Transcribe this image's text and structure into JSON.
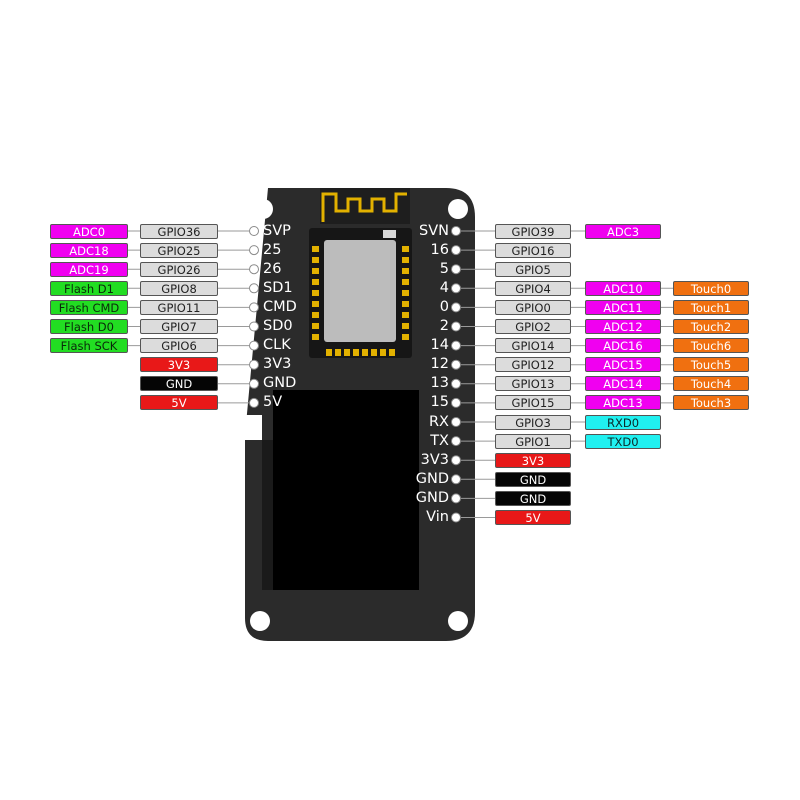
{
  "colors": {
    "adc": "#f000f0",
    "gpio": "#dcdcdc",
    "flash": "#22dd22",
    "power": "#e81818",
    "gnd": "#050505",
    "touch": "#f07010",
    "uart": "#20f0f0",
    "board": "#2b2b2b"
  },
  "left_pins": [
    {
      "pin": "SVP",
      "gpio": "GPIO36",
      "func": "ADC0",
      "func_type": "adc"
    },
    {
      "pin": "25",
      "gpio": "GPIO25",
      "func": "ADC18",
      "func_type": "adc"
    },
    {
      "pin": "26",
      "gpio": "GPIO26",
      "func": "ADC19",
      "func_type": "adc"
    },
    {
      "pin": "SD1",
      "gpio": "GPIO8",
      "func": "Flash D1",
      "func_type": "flash"
    },
    {
      "pin": "CMD",
      "gpio": "GPIO11",
      "func": "Flash CMD",
      "func_type": "flash"
    },
    {
      "pin": "SD0",
      "gpio": "GPIO7",
      "func": "Flash D0",
      "func_type": "flash"
    },
    {
      "pin": "CLK",
      "gpio": "GPIO6",
      "func": "Flash SCK",
      "func_type": "flash"
    },
    {
      "pin": "3V3",
      "power": "3V3",
      "power_type": "power"
    },
    {
      "pin": "GND",
      "power": "GND",
      "power_type": "gnd"
    },
    {
      "pin": "5V",
      "power": "5V",
      "power_type": "power"
    }
  ],
  "right_pins": [
    {
      "pin": "SVN",
      "gpio": "GPIO39",
      "func": "ADC3",
      "func_type": "adc"
    },
    {
      "pin": "16",
      "gpio": "GPIO16"
    },
    {
      "pin": "5",
      "gpio": "GPIO5"
    },
    {
      "pin": "4",
      "gpio": "GPIO4",
      "func": "ADC10",
      "func_type": "adc",
      "touch": "Touch0"
    },
    {
      "pin": "0",
      "gpio": "GPIO0",
      "func": "ADC11",
      "func_type": "adc",
      "touch": "Touch1"
    },
    {
      "pin": "2",
      "gpio": "GPIO2",
      "func": "ADC12",
      "func_type": "adc",
      "touch": "Touch2"
    },
    {
      "pin": "14",
      "gpio": "GPIO14",
      "func": "ADC16",
      "func_type": "adc",
      "touch": "Touch6"
    },
    {
      "pin": "12",
      "gpio": "GPIO12",
      "func": "ADC15",
      "func_type": "adc",
      "touch": "Touch5"
    },
    {
      "pin": "13",
      "gpio": "GPIO13",
      "func": "ADC14",
      "func_type": "adc",
      "touch": "Touch4"
    },
    {
      "pin": "15",
      "gpio": "GPIO15",
      "func": "ADC13",
      "func_type": "adc",
      "touch": "Touch3"
    },
    {
      "pin": "RX",
      "gpio": "GPIO3",
      "func": "RXD0",
      "func_type": "uart"
    },
    {
      "pin": "TX",
      "gpio": "GPIO1",
      "func": "TXD0",
      "func_type": "uart"
    },
    {
      "pin": "3V3",
      "power": "3V3",
      "power_type": "power"
    },
    {
      "pin": "GND",
      "power": "GND",
      "power_type": "gnd"
    },
    {
      "pin": "GND",
      "power": "GND",
      "power_type": "gnd"
    },
    {
      "pin": "Vin",
      "power": "5V",
      "power_type": "power"
    }
  ]
}
